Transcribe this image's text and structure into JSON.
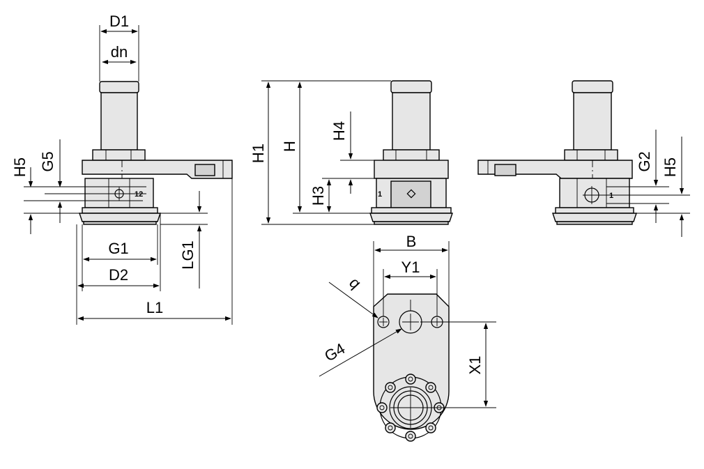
{
  "labels": {
    "D1": "D1",
    "dn": "dn",
    "H5_left": "H5",
    "G5": "G5",
    "G1": "G1",
    "D2": "D2",
    "LG1": "LG1",
    "L1": "L1",
    "H1": "H1",
    "H": "H",
    "H4": "H4",
    "H3": "H3",
    "G2": "G2",
    "H5_right": "H5",
    "B": "B",
    "Y1": "Y1",
    "q": "q",
    "G4": "G4",
    "X1": "X1"
  },
  "port_marks": {
    "left_view": "12",
    "front_view": "1",
    "right_view": "1"
  }
}
